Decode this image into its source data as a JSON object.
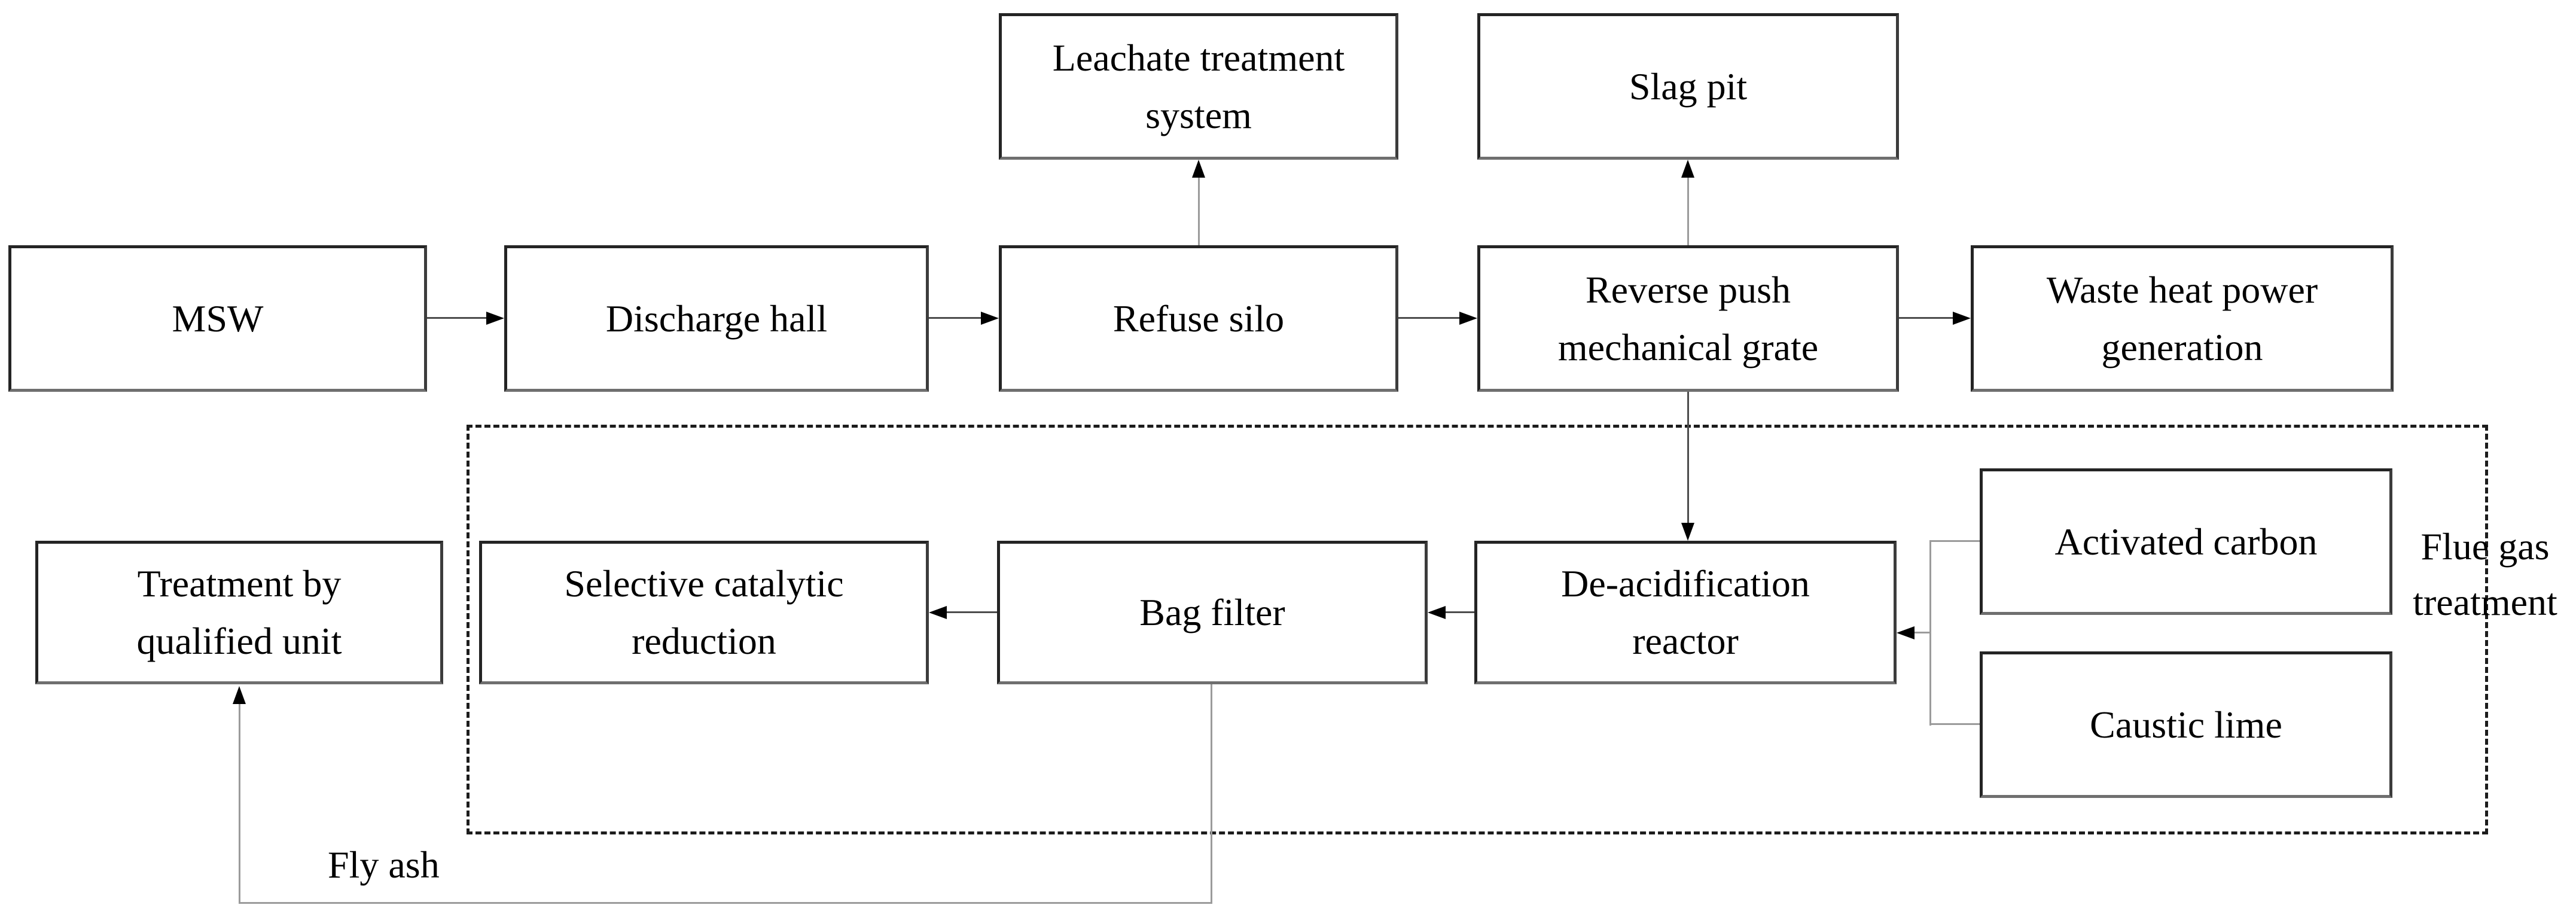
{
  "diagram": {
    "nodes": {
      "msw": {
        "label": "MSW"
      },
      "discharge_hall": {
        "label": "Discharge hall"
      },
      "refuse_silo": {
        "label": "Refuse silo"
      },
      "leachate_treatment": {
        "label": "Leachate treatment\nsystem"
      },
      "slag_pit": {
        "label": "Slag pit"
      },
      "mechanical_grate": {
        "label": "Reverse push\nmechanical grate"
      },
      "waste_heat_power": {
        "label": "Waste heat power\ngeneration"
      },
      "treatment_qualified": {
        "label": "Treatment by\nqualified unit"
      },
      "scr": {
        "label": "Selective catalytic\nreduction"
      },
      "bag_filter": {
        "label": "Bag filter"
      },
      "deacidification": {
        "label": "De-acidification\nreactor"
      },
      "activated_carbon": {
        "label": "Activated carbon"
      },
      "caustic_lime": {
        "label": "Caustic lime"
      }
    },
    "annotations": {
      "flue_gas_treatment": {
        "label": "Flue gas\ntreatment"
      },
      "fly_ash": {
        "label": "Fly ash"
      }
    },
    "edges": [
      {
        "from": "MSW",
        "to": "Discharge hall"
      },
      {
        "from": "Discharge hall",
        "to": "Refuse silo"
      },
      {
        "from": "Refuse silo",
        "to": "Leachate treatment system"
      },
      {
        "from": "Refuse silo",
        "to": "Reverse push mechanical grate"
      },
      {
        "from": "Reverse push mechanical grate",
        "to": "Slag pit"
      },
      {
        "from": "Reverse push mechanical grate",
        "to": "Waste heat power generation"
      },
      {
        "from": "Reverse push mechanical grate",
        "to": "De-acidification reactor"
      },
      {
        "from": "Activated carbon",
        "to": "De-acidification reactor"
      },
      {
        "from": "Caustic lime",
        "to": "De-acidification reactor"
      },
      {
        "from": "De-acidification reactor",
        "to": "Bag filter"
      },
      {
        "from": "Bag filter",
        "to": "Selective catalytic reduction"
      },
      {
        "from": "Bag filter",
        "to": "Treatment by qualified unit",
        "label": "Fly ash"
      }
    ],
    "colors": {
      "background": "#ffffff",
      "box_border": "#242424",
      "text": "#000000",
      "arrow_line_dark": "#4c4c4c",
      "arrow_line_gray": "#9b9b9b",
      "arrowhead": "#000000",
      "dashed_border": "#1c1c1c"
    }
  }
}
